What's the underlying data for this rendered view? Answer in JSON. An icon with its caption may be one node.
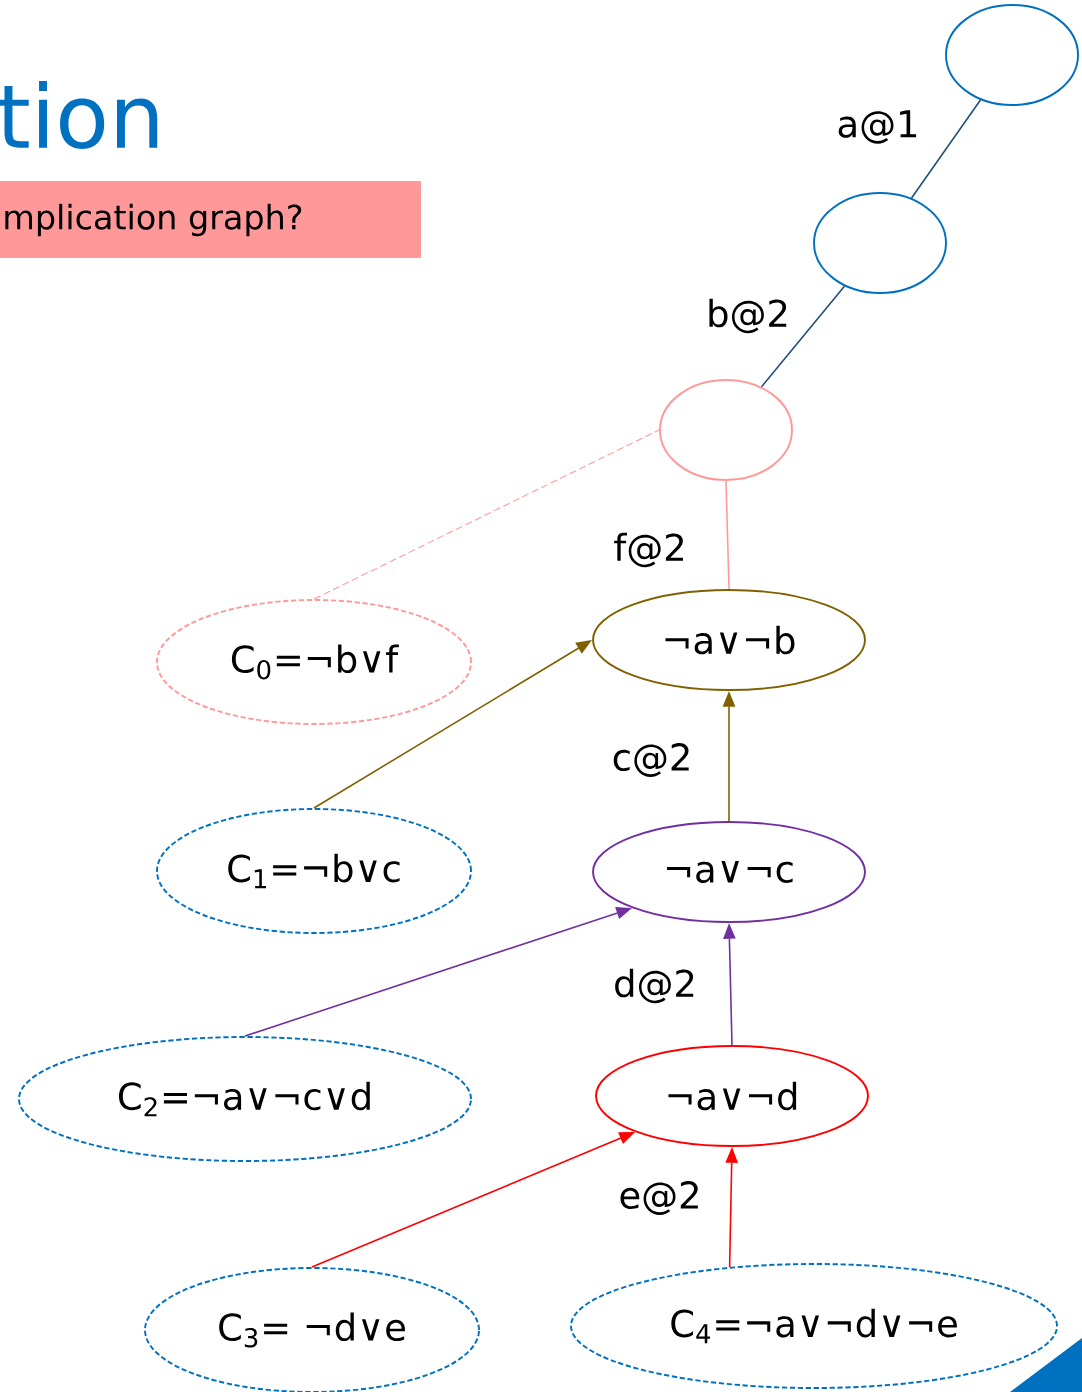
{
  "diagram": {
    "title": "tion",
    "nodes": [
      {
        "text": [
          "mplication graph?"
        ]
      },
      {
        "text": [],
        "shape": "circle"
      },
      {
        "text": [],
        "shape": "circle"
      },
      {
        "text": [],
        "shape": "circle"
      },
      {
        "text": [
          "¬a∨¬b"
        ]
      },
      {
        "text": [
          "C$_{0}$=¬b∨f"
        ]
      },
      {
        "text": [
          "C$_{1}$=¬b∨c"
        ]
      },
      {
        "text": [
          "¬a∨¬c"
        ]
      },
      {
        "text": [
          "C$_{2}$=¬a∨¬c∨d"
        ]
      },
      {
        "text": [
          "¬a∨¬d"
        ]
      },
      {
        "text": [
          "C$_{3}$= ¬d∨e"
        ]
      },
      {
        "text": [
          "C$_{4}$=¬a∨¬d∨¬e"
        ]
      }
    ],
    "edges": [
      {
        "from": 1,
        "to": 2,
        "arrow": "none",
        "label": "a@1",
        "color": "#1f4e79"
      },
      {
        "from": 2,
        "to": 3,
        "arrow": "none",
        "label": "b@2",
        "color": "#1f4e79"
      },
      {
        "from": 3,
        "to": 4,
        "arrow": "none",
        "label": "f@2",
        "color": "#ff9999"
      },
      {
        "from": 5,
        "to": 3,
        "arrow": "none",
        "style": "dashed",
        "color": "#ff9999"
      },
      {
        "from": 6,
        "to": 4,
        "arrow": "to",
        "color": "#806000"
      },
      {
        "from": 7,
        "to": 4,
        "arrow": "to",
        "label": "c@2",
        "color": "#806000"
      },
      {
        "from": 8,
        "to": 7,
        "arrow": "to",
        "color": "#7030a0"
      },
      {
        "from": 9,
        "to": 7,
        "arrow": "to",
        "label": "d@2",
        "color": "#7030a0"
      },
      {
        "from": 10,
        "to": 9,
        "arrow": "to",
        "color": "#ff0000"
      },
      {
        "from": 11,
        "to": 9,
        "arrow": "to",
        "label": "e@2",
        "color": "#ff0000"
      }
    ]
  }
}
